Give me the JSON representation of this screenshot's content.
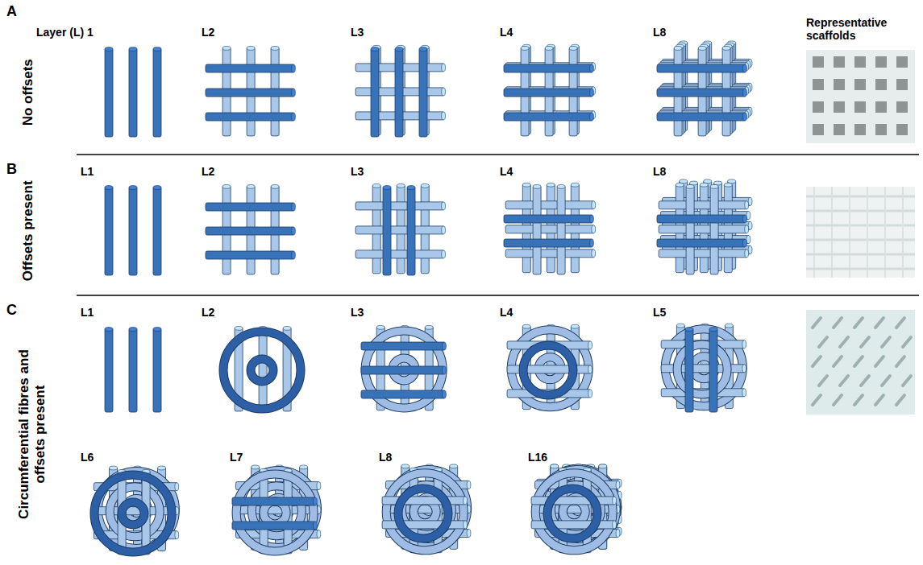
{
  "diagram": {
    "labels": [
      "A",
      "Layer (L) 1",
      "L2",
      "L3",
      "L4",
      "L8",
      "Representative scaffolds",
      "No offsets",
      "B",
      "L1",
      "L2",
      "L3",
      "L4",
      "L8",
      "Offsets present",
      "C",
      "L1",
      "L2",
      "L3",
      "L4",
      "L5",
      "Circumferential fibres and offsets present",
      "L6",
      "L7",
      "L8",
      "L16"
    ]
  }
}
